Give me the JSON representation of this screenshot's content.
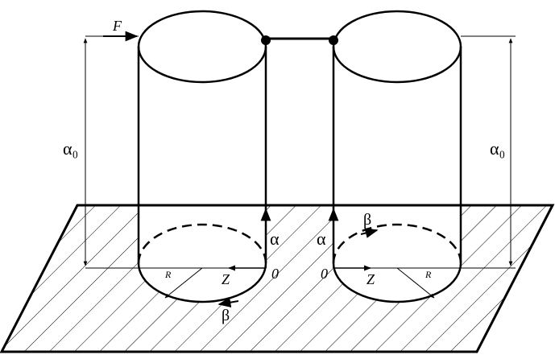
{
  "labels": {
    "force": "F",
    "alpha0_left": "α₀",
    "alpha0_right": "α₀",
    "alpha_left": "α",
    "alpha_right": "α",
    "beta_bottom": "β",
    "beta_right": "β",
    "origin_left": "0",
    "origin_right": "0",
    "z_left": "Z",
    "z_right": "Z",
    "r_left": "R",
    "r_right": "R"
  }
}
